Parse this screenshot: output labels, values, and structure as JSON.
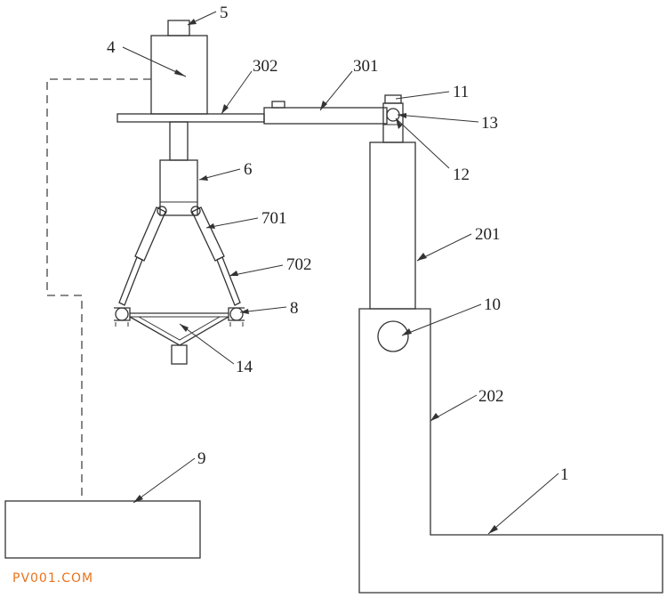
{
  "labels": {
    "l1": "1",
    "l4": "4",
    "l5": "5",
    "l6": "6",
    "l8": "8",
    "l9": "9",
    "l10": "10",
    "l11": "11",
    "l12": "12",
    "l13": "13",
    "l14": "14",
    "l201": "201",
    "l202": "202",
    "l301": "301",
    "l302": "302",
    "l701": "701",
    "l702": "702"
  },
  "watermark": "PV001.COM"
}
